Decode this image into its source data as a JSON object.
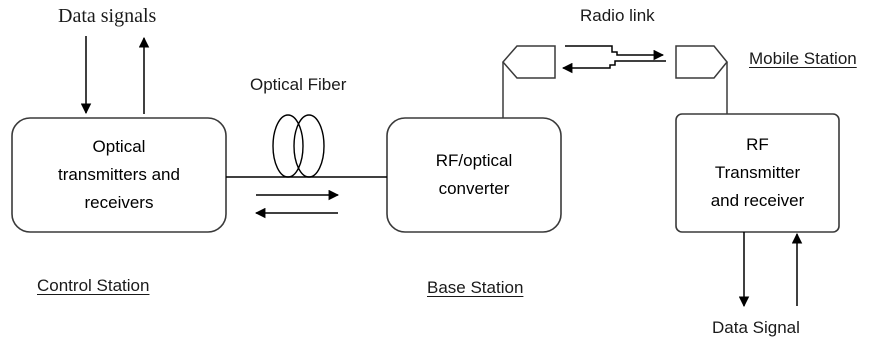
{
  "labels": {
    "data_signals_top": "Data signals",
    "optical_fiber": "Optical Fiber",
    "radio_link": "Radio link",
    "mobile_station": "Mobile Station",
    "control_station": "Control Station",
    "base_station": "Base Station",
    "data_signal_bottom": "Data Signal"
  },
  "boxes": {
    "control_station_box": [
      "Optical",
      "transmitters and",
      "receivers"
    ],
    "base_station_box": [
      "RF/optical",
      "converter"
    ],
    "mobile_station_box": [
      "RF",
      "Transmitter",
      "and receiver"
    ]
  },
  "colors": {
    "stroke": "#000000",
    "box_stroke": "#3a3a3a",
    "text": "#1a1a1a"
  }
}
